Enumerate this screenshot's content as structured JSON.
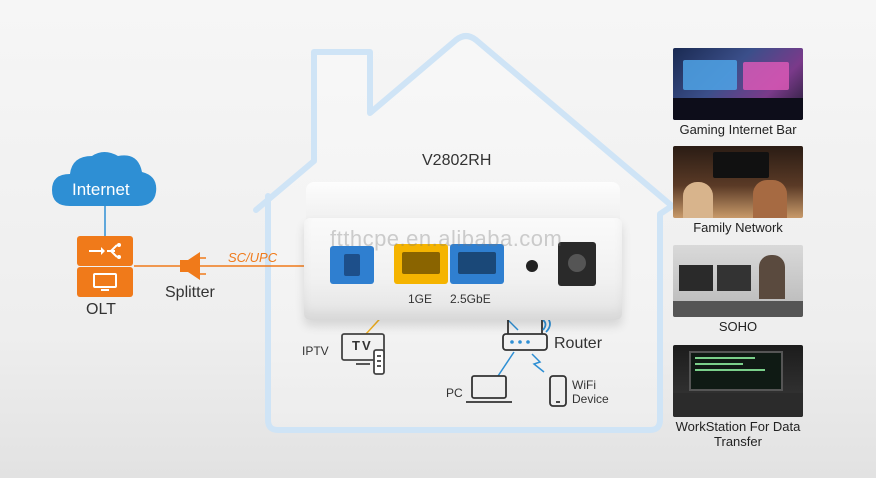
{
  "cloud": {
    "label": "Internet"
  },
  "olt": {
    "label": "OLT"
  },
  "splitter": {
    "label": "Splitter"
  },
  "fiber": {
    "label": "SC/UPC"
  },
  "device": {
    "model": "V2802RH",
    "watermark": "ftthcpe.en.alibaba.com",
    "ports": {
      "gigabit_label": "1GE",
      "multigig_label": "2.5GbE"
    }
  },
  "endpoints": {
    "iptv": "IPTV",
    "tv_screen_text": "TV",
    "router": "Router",
    "pc": "PC",
    "wifi_device": "WiFi Device"
  },
  "scenarios": [
    {
      "caption": "Gaming Internet Bar"
    },
    {
      "caption": "Family Network"
    },
    {
      "caption": "SOHO"
    },
    {
      "caption": "WorkStation For Data Transfer"
    }
  ],
  "colors": {
    "orange": "#f07a1a",
    "cloud_blue": "#2e8fd4",
    "house_outline": "#cfe4f6",
    "link_blue": "#2e8fd4",
    "link_yellow": "#f2b01e",
    "port_blue": "#2f7fd0",
    "port_yellow": "#f5b400"
  }
}
